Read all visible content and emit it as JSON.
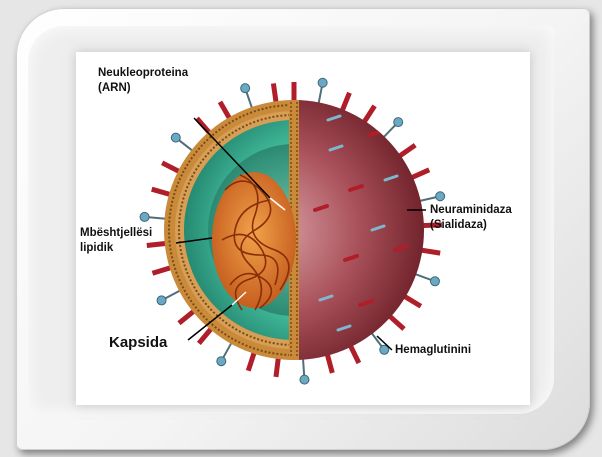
{
  "labels": {
    "nucleoprotein": [
      "Neukleoproteina",
      "(ARN)"
    ],
    "lipid_envelope": [
      "Mbështjellësi",
      "lipidik"
    ],
    "capsid": "Kapsida",
    "neuraminidase": [
      "Neuraminidaza",
      "(Sialidaza)"
    ],
    "hemagglutinin": "Hemaglutinini"
  },
  "colors": {
    "spike_red": "#b01e2a",
    "spike_blue": "#6aa8c4",
    "envelope_gold": "#c98a3a",
    "capsid_green": "#2fa58a",
    "rna_orange": "#e07a20",
    "surface_maroon": "#9a3f49"
  }
}
